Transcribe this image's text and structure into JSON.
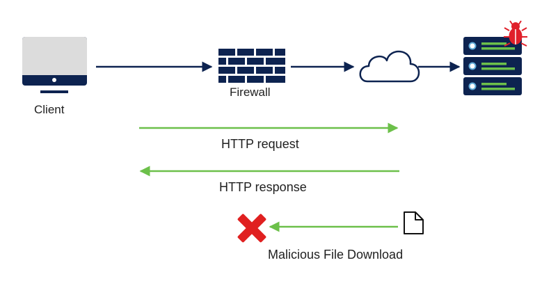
{
  "nodes": {
    "client_label": "Client",
    "firewall_label": "Firewall"
  },
  "flows": {
    "request_label": "HTTP request",
    "response_label": "HTTP response",
    "malicious_label": "Malicious File Download"
  },
  "colors": {
    "navy": "#0d2350",
    "monitor_screen": "#dcdcdc",
    "green": "#6cc04a",
    "server_light": "#5ea9d8",
    "bug_red": "#e0202a",
    "block_red": "#e02020"
  },
  "icons": {
    "client": "monitor-icon",
    "firewall": "brick-wall-icon",
    "internet": "cloud-icon",
    "server": "server-rack-icon",
    "malware": "bug-icon",
    "file": "document-icon",
    "blocked": "red-x-icon"
  }
}
